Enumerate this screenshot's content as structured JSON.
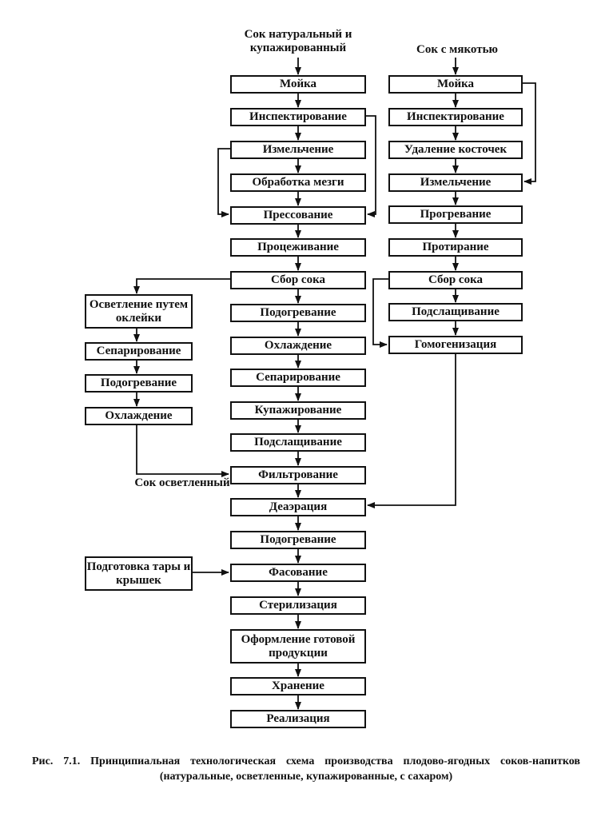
{
  "inputs": {
    "natural": "Сок натуральный и купажированный",
    "pulp": "Сок с мякотью"
  },
  "main": {
    "washing": "Мойка",
    "inspection": "Инспектирование",
    "crushing": "Измельчение",
    "pulp_processing": "Обработка мезги",
    "pressing": "Прессование",
    "straining": "Процеживание",
    "juice_collection": "Сбор сока",
    "heating1": "Подогревание",
    "cooling": "Охлаждение",
    "separation": "Сепарирование",
    "blending": "Купажирование",
    "sweetening": "Подслащивание",
    "filtering": "Фильтрование",
    "deaeration": "Деаэрация",
    "heating2": "Подогревание",
    "filling": "Фасование",
    "sterilization": "Стерилизация",
    "finishing": "Оформление готовой продукции",
    "storage": "Хранение",
    "sale": "Реализация"
  },
  "clarified": {
    "clarification": "Осветление путем оклейки",
    "separation": "Сепарирование",
    "heating": "Подогревание",
    "cooling": "Охлаждение",
    "label": "Сок осветленный"
  },
  "pulp_line": {
    "washing": "Мойка",
    "inspection": "Инспектирование",
    "pit_removal": "Удаление косточек",
    "crushing": "Измельчение",
    "warming": "Прогревание",
    "wiping": "Протирание",
    "juice_collection": "Сбор сока",
    "sweetening": "Подслащивание",
    "homogenization": "Гомогенизация"
  },
  "containers": "Подготовка тары и крышек",
  "caption": "Рис. 7.1. Принципиальная технологическая схема производства плодово-ягодных соков-напитков (натуральные, осветленные, купажированные, с сахаром)"
}
